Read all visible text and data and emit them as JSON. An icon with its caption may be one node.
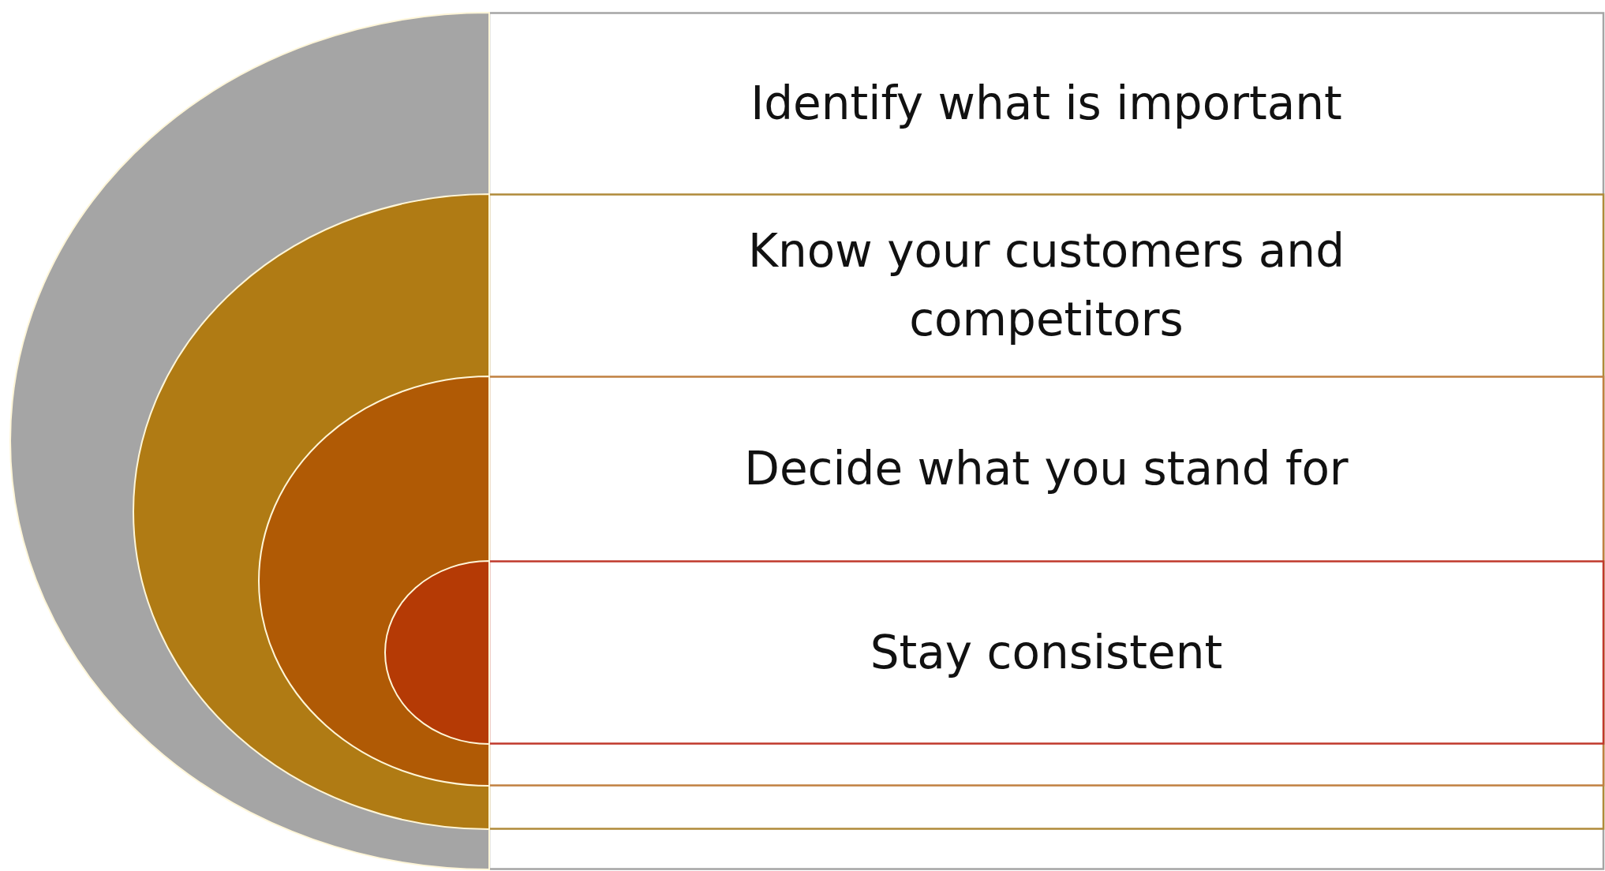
{
  "diagram": {
    "nodes": [
      {
        "text": [
          "Identify what is important"
        ]
      },
      {
        "text": [
          "Know your customers and competitors"
        ],
        "in": 0
      },
      {
        "text": [
          "Decide what you stand for"
        ],
        "in": 1
      },
      {
        "text": [
          "Stay consistent"
        ],
        "in": 2
      }
    ]
  }
}
